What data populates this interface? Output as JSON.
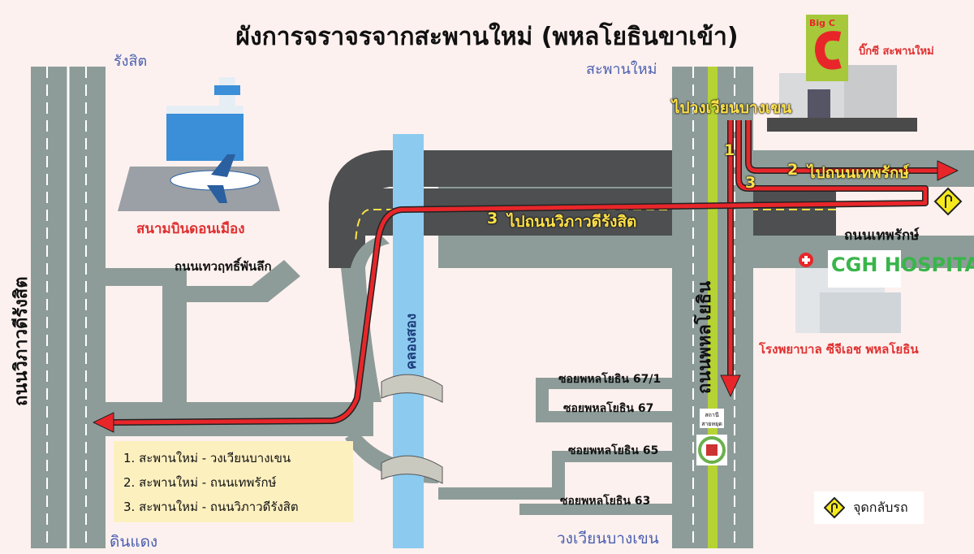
{
  "title": "ผังการจราจรจากสะพานใหม่ (พหลโยธินขาเข้า)",
  "places": {
    "rangsit": "รังสิต",
    "saphan_mai": "สะพานใหม่",
    "din_daeng": "ดินแดง",
    "wongwian_bang_khen": "วงเวียนบางเขน",
    "airport": "สนามบินดอนเมือง",
    "bigc": "บิ๊กซี สะพานใหม่",
    "bigc_logo": "Big C",
    "hospital": "โรงพยาบาล ซีจีเอช พหลโยธิน",
    "hospital_logo": "CGH HOSPITAL",
    "station": "สถานี สายหยุด"
  },
  "roads": {
    "vibhavadi": "ถนนวิภาวดีรังสิต",
    "phahonyothin": "ถนนพหลโยธิน",
    "thep_rak": "ถนนเทพรักษ์",
    "thewarit": "ถนนเทวฤทธิ์พันลึก",
    "canal": "คลองสอง",
    "soi_67_1": "ซอยพหลโยธิน 67/1",
    "soi_67": "ซอยพหลโยธิน 67",
    "soi_65": "ซอยพหลโยธิน 65",
    "soi_63": "ซอยพหลโยธิน 63"
  },
  "routes": {
    "r1": "ไปวงเวียนบางเขน",
    "r1_num": "1",
    "r2": "ไปถนนเทพรักษ์",
    "r2_num": "2",
    "r3": "ไปถนนวิภาวดีรังสิต",
    "r3_num": "3",
    "r3_num_b": "3"
  },
  "legend": {
    "items": [
      "1. สะพานใหม่ - วงเวียนบางเขน",
      "2. สะพานใหม่ - ถนนเทพรักษ์",
      "3. สะพานใหม่ - ถนนวิภาวดีรังสิต"
    ],
    "uturn": "จุดกลับรถ"
  },
  "colors": {
    "road": "#8d9c99",
    "flyover": "#4d4f50",
    "canal": "#8ccbef",
    "route": "#e8262a",
    "median": "#b5d334",
    "bg": "#fdf1ef"
  }
}
